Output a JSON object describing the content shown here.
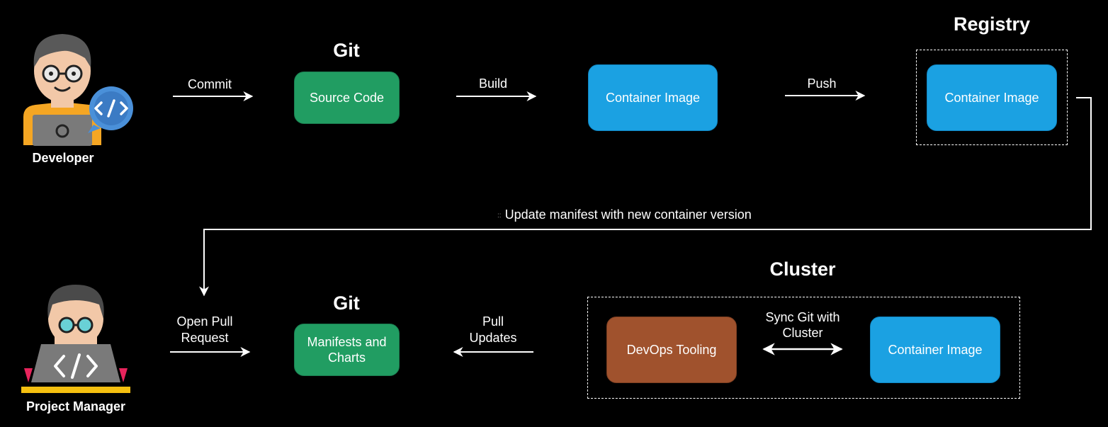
{
  "actors": {
    "developer": "Developer",
    "project_manager": "Project Manager"
  },
  "top_row": {
    "git_title": "Git",
    "commit_label": "Commit",
    "source_code": "Source Code",
    "build_label": "Build",
    "container_image": "Container Image",
    "push_label": "Push",
    "registry_title": "Registry",
    "registry_image": "Container Image"
  },
  "connector": {
    "update_label": "Update manifest with new container version"
  },
  "bottom_row": {
    "open_pr_label": "Open Pull Request",
    "git_title": "Git",
    "manifests": "Manifests and Charts",
    "pull_label": "Pull Updates",
    "cluster_title": "Cluster",
    "devops": "DevOps Tooling",
    "sync_label": "Sync Git with Cluster",
    "cluster_image": "Container Image"
  },
  "colors": {
    "background": "#000000",
    "git_node": "#219d62",
    "image_node": "#1ba1e2",
    "devops_node": "#a0522d",
    "arrows": "#ffffff"
  },
  "icons": [
    "developer-icon",
    "code-bubble-icon",
    "project-manager-icon",
    "laptop-code-icon"
  ]
}
